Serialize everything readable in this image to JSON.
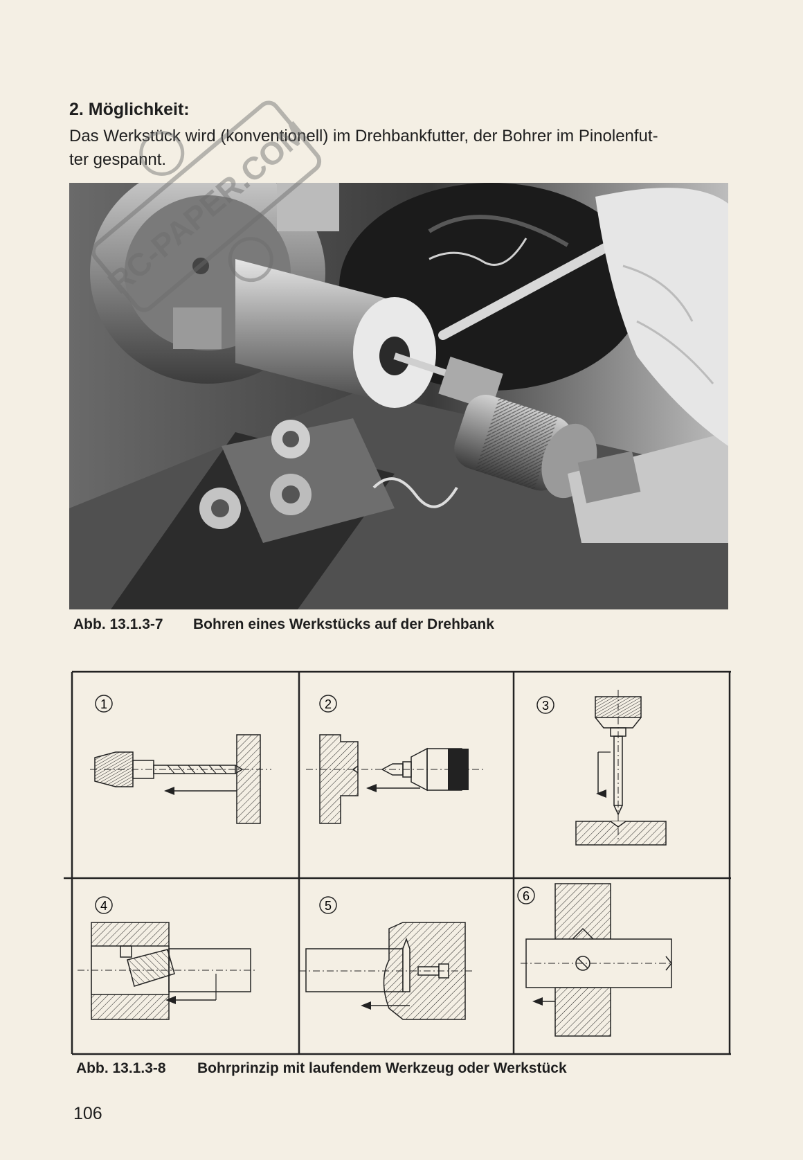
{
  "section": {
    "heading": "2. Möglichkeit:",
    "paragraph_line1": "Das Werkstück wird (konventionell) im Drehbankfutter, der Bohrer im Pinolenfut-",
    "paragraph_line2": "ter gespannt."
  },
  "figure1": {
    "number": "Abb. 13.1.3-7",
    "title": "Bohren eines Werkstücks auf der Drehbank"
  },
  "figure2": {
    "number": "Abb. 13.1.3-8",
    "title": "Bohrprinzip mit laufendem Werkzeug oder Werkstück",
    "panels": [
      "1",
      "2",
      "3",
      "4",
      "5",
      "6"
    ]
  },
  "page_number": "106",
  "watermark": {
    "text": "RC-PAPER.COM"
  }
}
